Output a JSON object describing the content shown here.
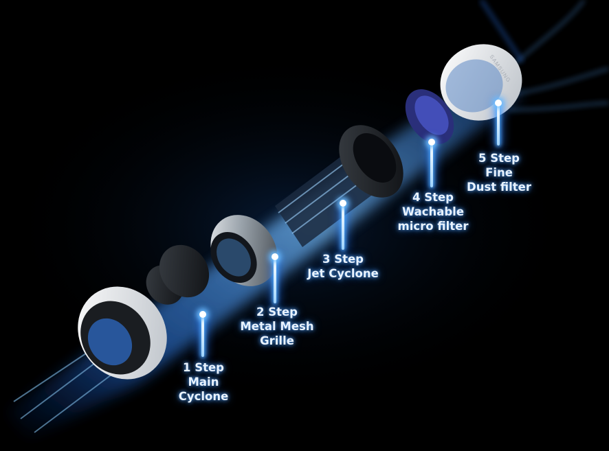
{
  "steps": [
    {
      "step": "1 Step",
      "lines": [
        "Main",
        "Cyclone"
      ]
    },
    {
      "step": "2 Step",
      "lines": [
        "Metal Mesh",
        "Grille"
      ]
    },
    {
      "step": "3 Step",
      "lines": [
        "Jet Cyclone"
      ]
    },
    {
      "step": "4 Step",
      "lines": [
        "Wachable",
        "micro filter"
      ]
    },
    {
      "step": "5 Step",
      "lines": [
        "Fine",
        "Dust filter"
      ]
    }
  ],
  "brand_text": "SAMSUNG",
  "colors": {
    "background": "#000000",
    "glow": "#4aa8ff",
    "label": "#e9f3ff"
  }
}
